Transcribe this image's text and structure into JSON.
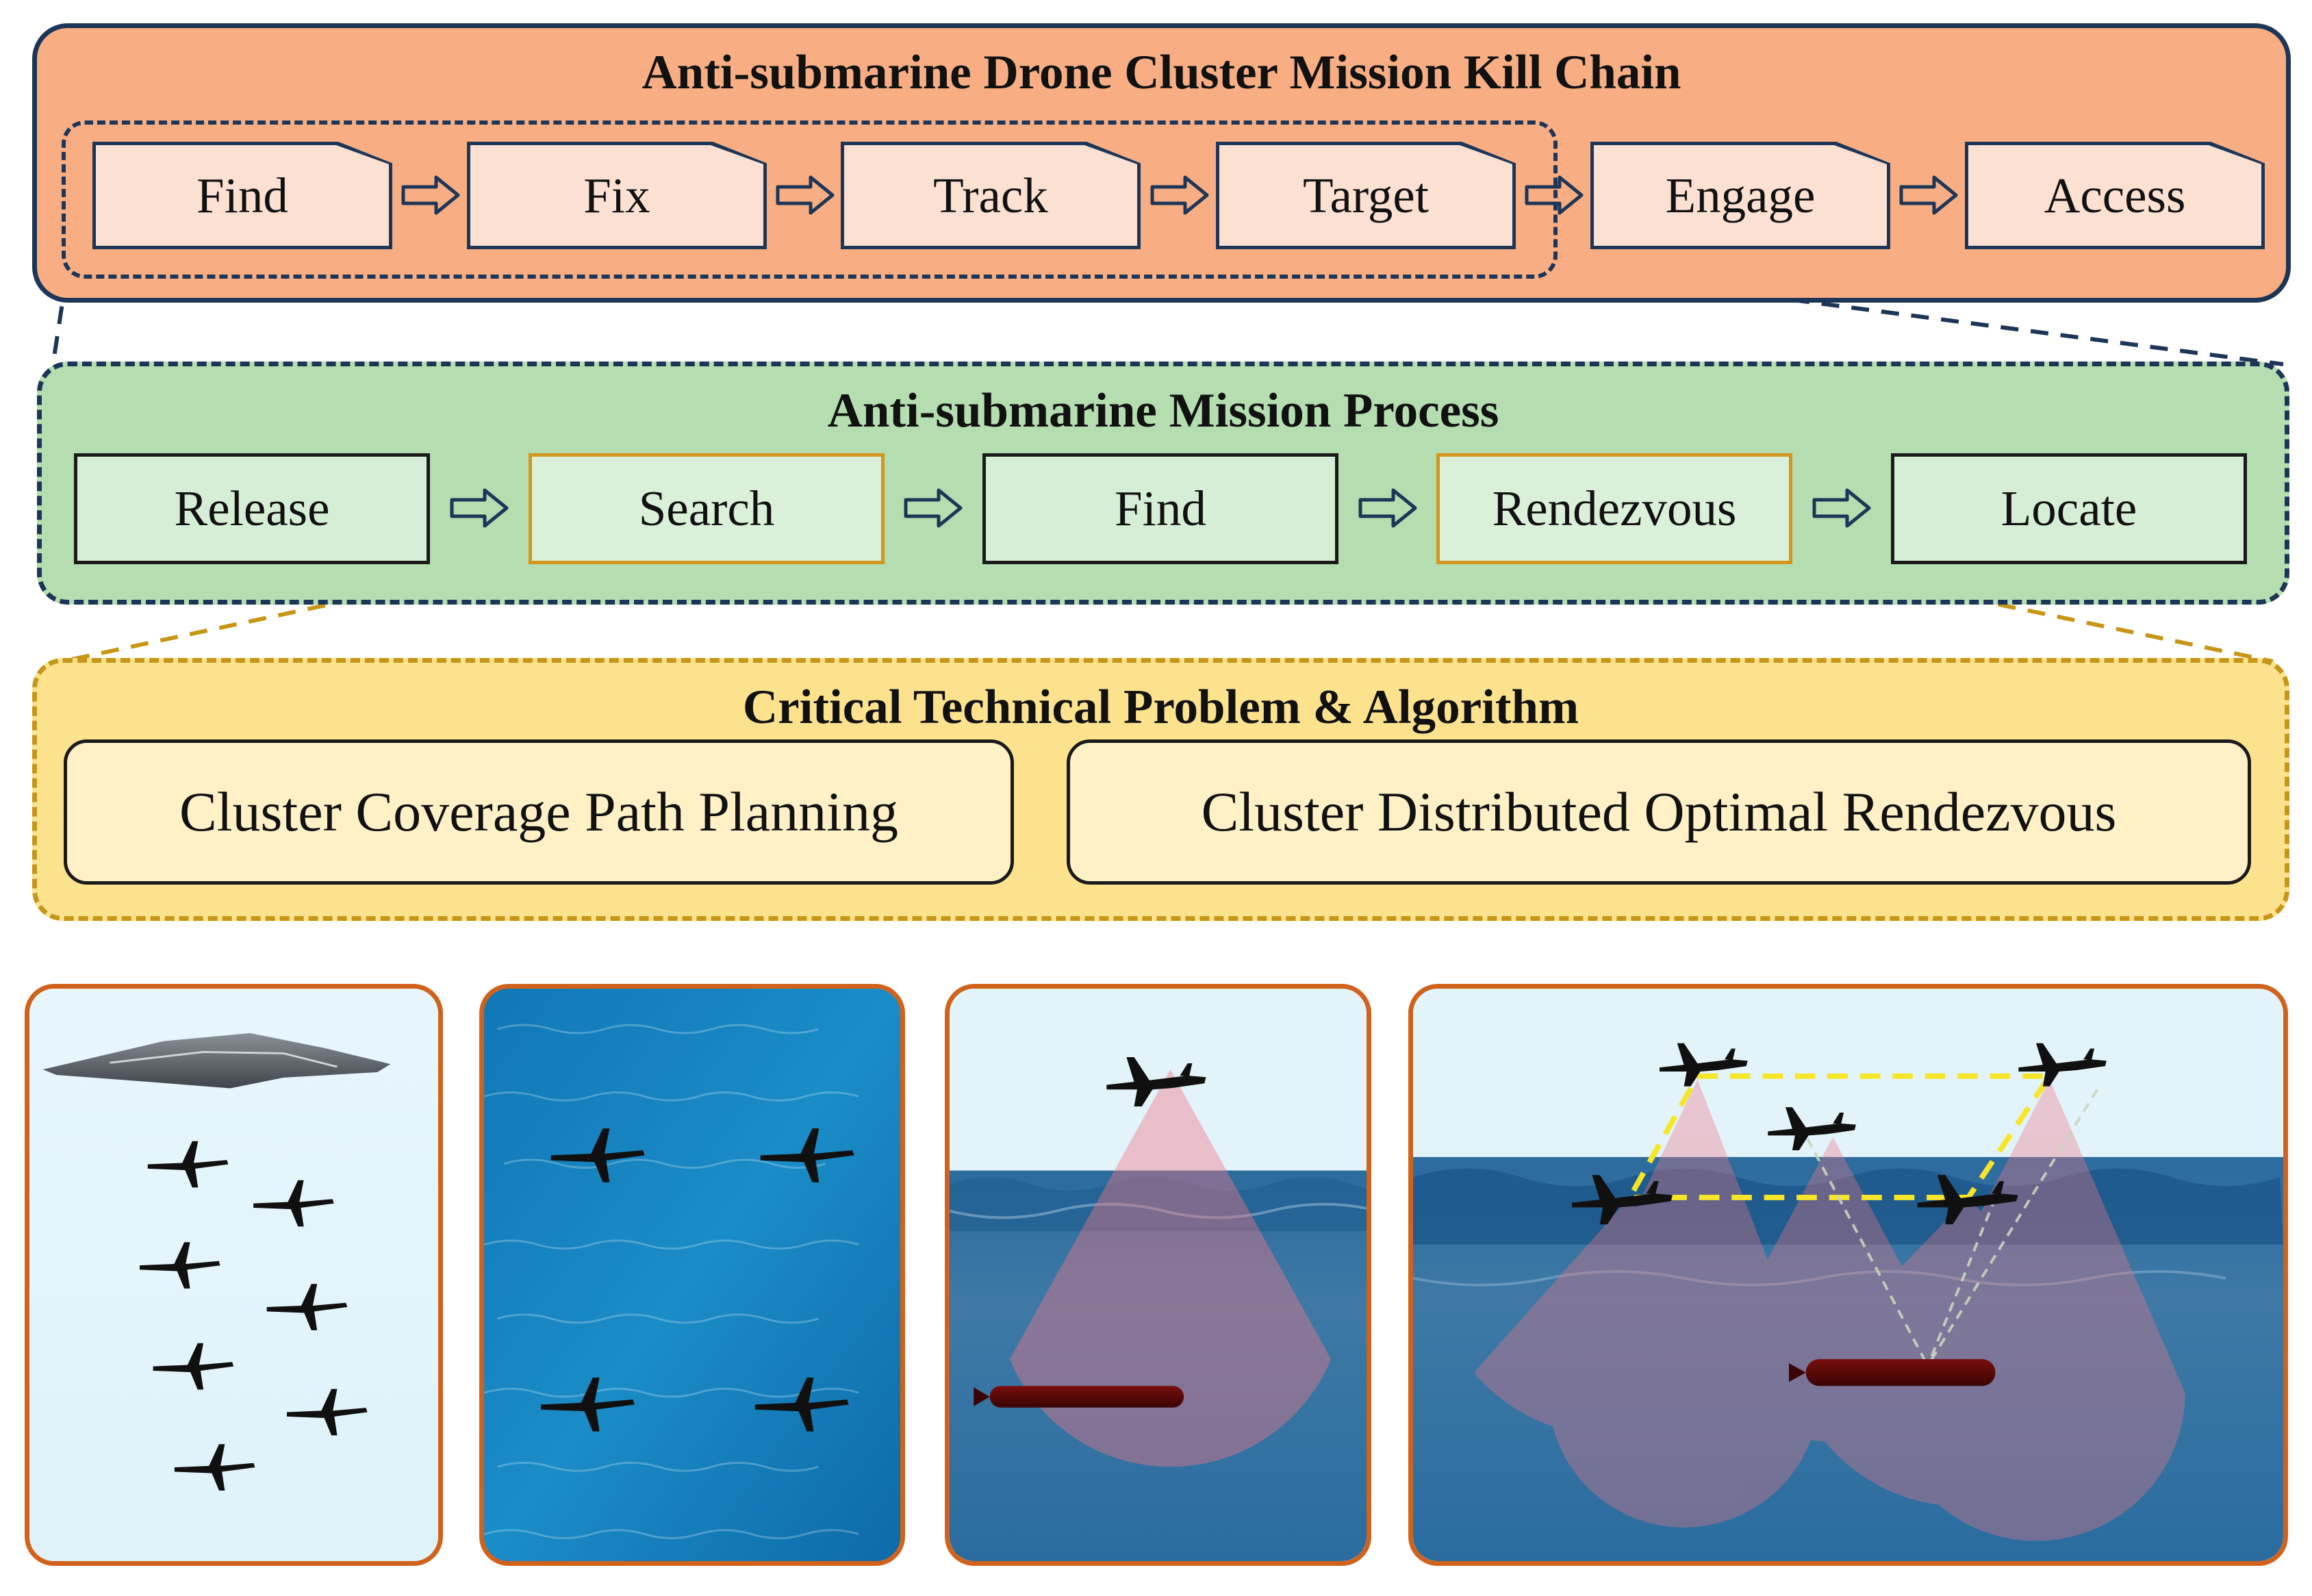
{
  "colors": {
    "kill_chain_fill": "#f8ae82",
    "kill_chain_border": "#1d3557",
    "process_fill": "#b4ddb0",
    "problem_fill": "#fde28e",
    "problem_border": "#c79617",
    "highlight_border": "#d4961c",
    "image_frame": "#d0621c",
    "sonar_cone": "#f07585",
    "rendezvous_link": "#f5e62a"
  },
  "kill_chain": {
    "title": "Anti-submarine Drone Cluster Mission Kill Chain",
    "steps": [
      "Find",
      "Fix",
      "Track",
      "Target",
      "Engage",
      "Access"
    ]
  },
  "mission_process": {
    "title": "Anti-submarine Mission Process",
    "steps": [
      "Release",
      "Search",
      "Find",
      "Rendezvous",
      "Locate"
    ]
  },
  "critical_problems": {
    "title": "Critical Technical Problem & Algorithm",
    "items": [
      "Cluster Coverage Path Planning",
      "Cluster Distributed Optimal Rendezvous"
    ]
  },
  "scenes": [
    {
      "name": "release-scene",
      "icons": [
        "mothership-icon",
        "drone-icon"
      ]
    },
    {
      "name": "search-scene",
      "icons": [
        "drone-icon"
      ]
    },
    {
      "name": "find-scene",
      "icons": [
        "drone-icon",
        "sonar-cone-icon",
        "submarine-icon"
      ]
    },
    {
      "name": "rendezvous-scene",
      "icons": [
        "drone-icon",
        "sonar-cone-icon",
        "submarine-icon"
      ]
    }
  ]
}
